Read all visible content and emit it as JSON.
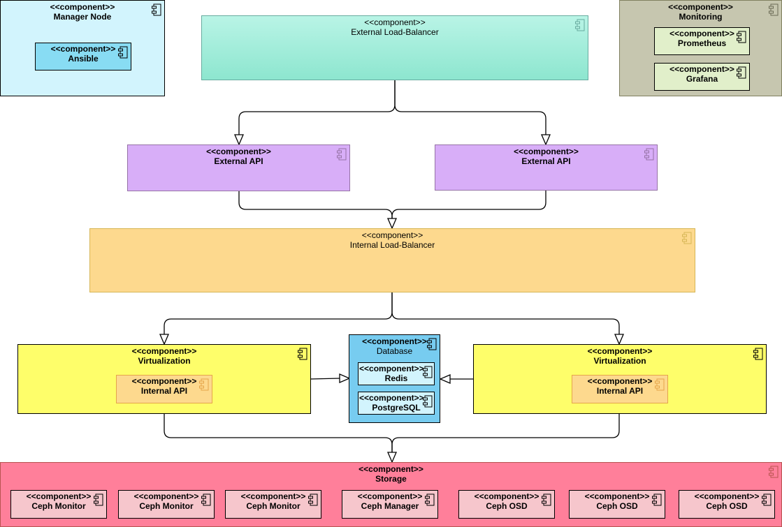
{
  "stereotype": "<<component>>",
  "manager_node": {
    "title": "Manager Node",
    "ansible": "Ansible"
  },
  "monitoring": {
    "title": "Monitoring",
    "prometheus": "Prometheus",
    "grafana": "Grafana"
  },
  "external_lb": {
    "title": "External Load-Balancer"
  },
  "external_api_left": {
    "title": "External API"
  },
  "external_api_right": {
    "title": "External API"
  },
  "internal_lb": {
    "title": "Internal Load-Balancer"
  },
  "virt_left": {
    "title": "Virtualization",
    "internal_api": "Internal API"
  },
  "virt_right": {
    "title": "Virtualization",
    "internal_api": "Internal API"
  },
  "database": {
    "title": "Database",
    "redis": "Redis",
    "postgres": "PostgreSQL"
  },
  "storage": {
    "title": "Storage",
    "items": [
      "Ceph Monitor",
      "Ceph Monitor",
      "Ceph Monitor",
      "Ceph Manager",
      "Ceph OSD",
      "Ceph OSD",
      "Ceph OSD"
    ]
  },
  "colors": {
    "manager": "#d2f4fd",
    "ansible": "#88dcf3",
    "monitoring": "#c6c6af",
    "monitoring_child": "#e1efca",
    "external_lb": "#b7f3e4",
    "external_api": "#d8aef8",
    "internal_lb": "#fdd98e",
    "virtualization": "#fefe6a",
    "internal_api": "#fdd98e",
    "database": "#77ccf0",
    "db_child": "#d2f4fd",
    "storage": "#ff7f9a",
    "storage_child": "#f6c6cc"
  }
}
